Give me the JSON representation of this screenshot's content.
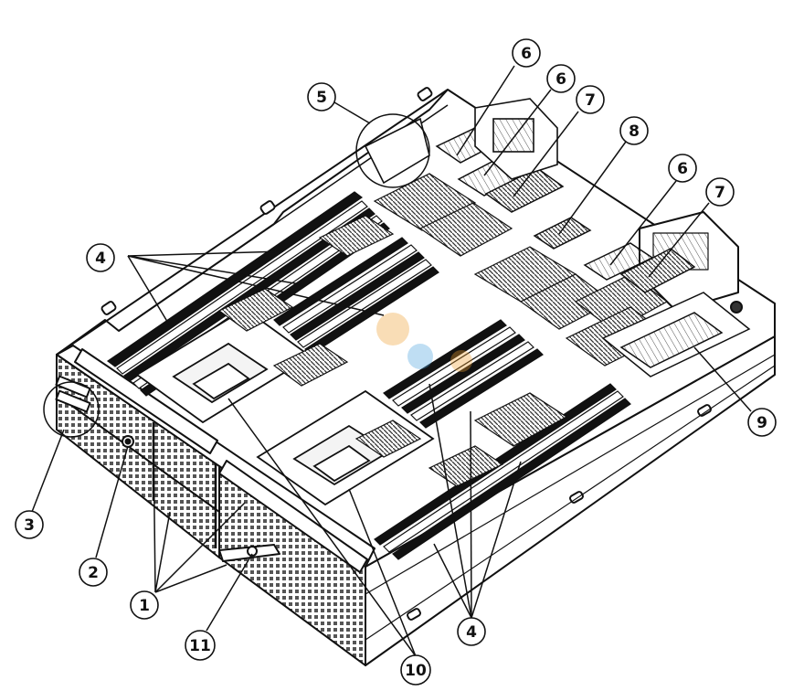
{
  "figure": {
    "subject": "server blade board with DIMM slots, heatsinks and processor sockets",
    "callouts": [
      {
        "id": "c1",
        "number": "1"
      },
      {
        "id": "c2",
        "number": "2"
      },
      {
        "id": "c3",
        "number": "3"
      },
      {
        "id": "c4a",
        "number": "4"
      },
      {
        "id": "c4b",
        "number": "4"
      },
      {
        "id": "c5",
        "number": "5"
      },
      {
        "id": "c6a",
        "number": "6"
      },
      {
        "id": "c6b",
        "number": "6"
      },
      {
        "id": "c6c",
        "number": "6"
      },
      {
        "id": "c7a",
        "number": "7"
      },
      {
        "id": "c7b",
        "number": "7"
      },
      {
        "id": "c8",
        "number": "8"
      },
      {
        "id": "c9",
        "number": "9"
      },
      {
        "id": "c10",
        "number": "10"
      },
      {
        "id": "c11",
        "number": "11"
      }
    ],
    "colors": {
      "line": "#111111",
      "fill": "#ffffff",
      "hatch": "#444444",
      "watermark_orange": "#f0a030",
      "watermark_blue": "#4aa3df"
    }
  }
}
